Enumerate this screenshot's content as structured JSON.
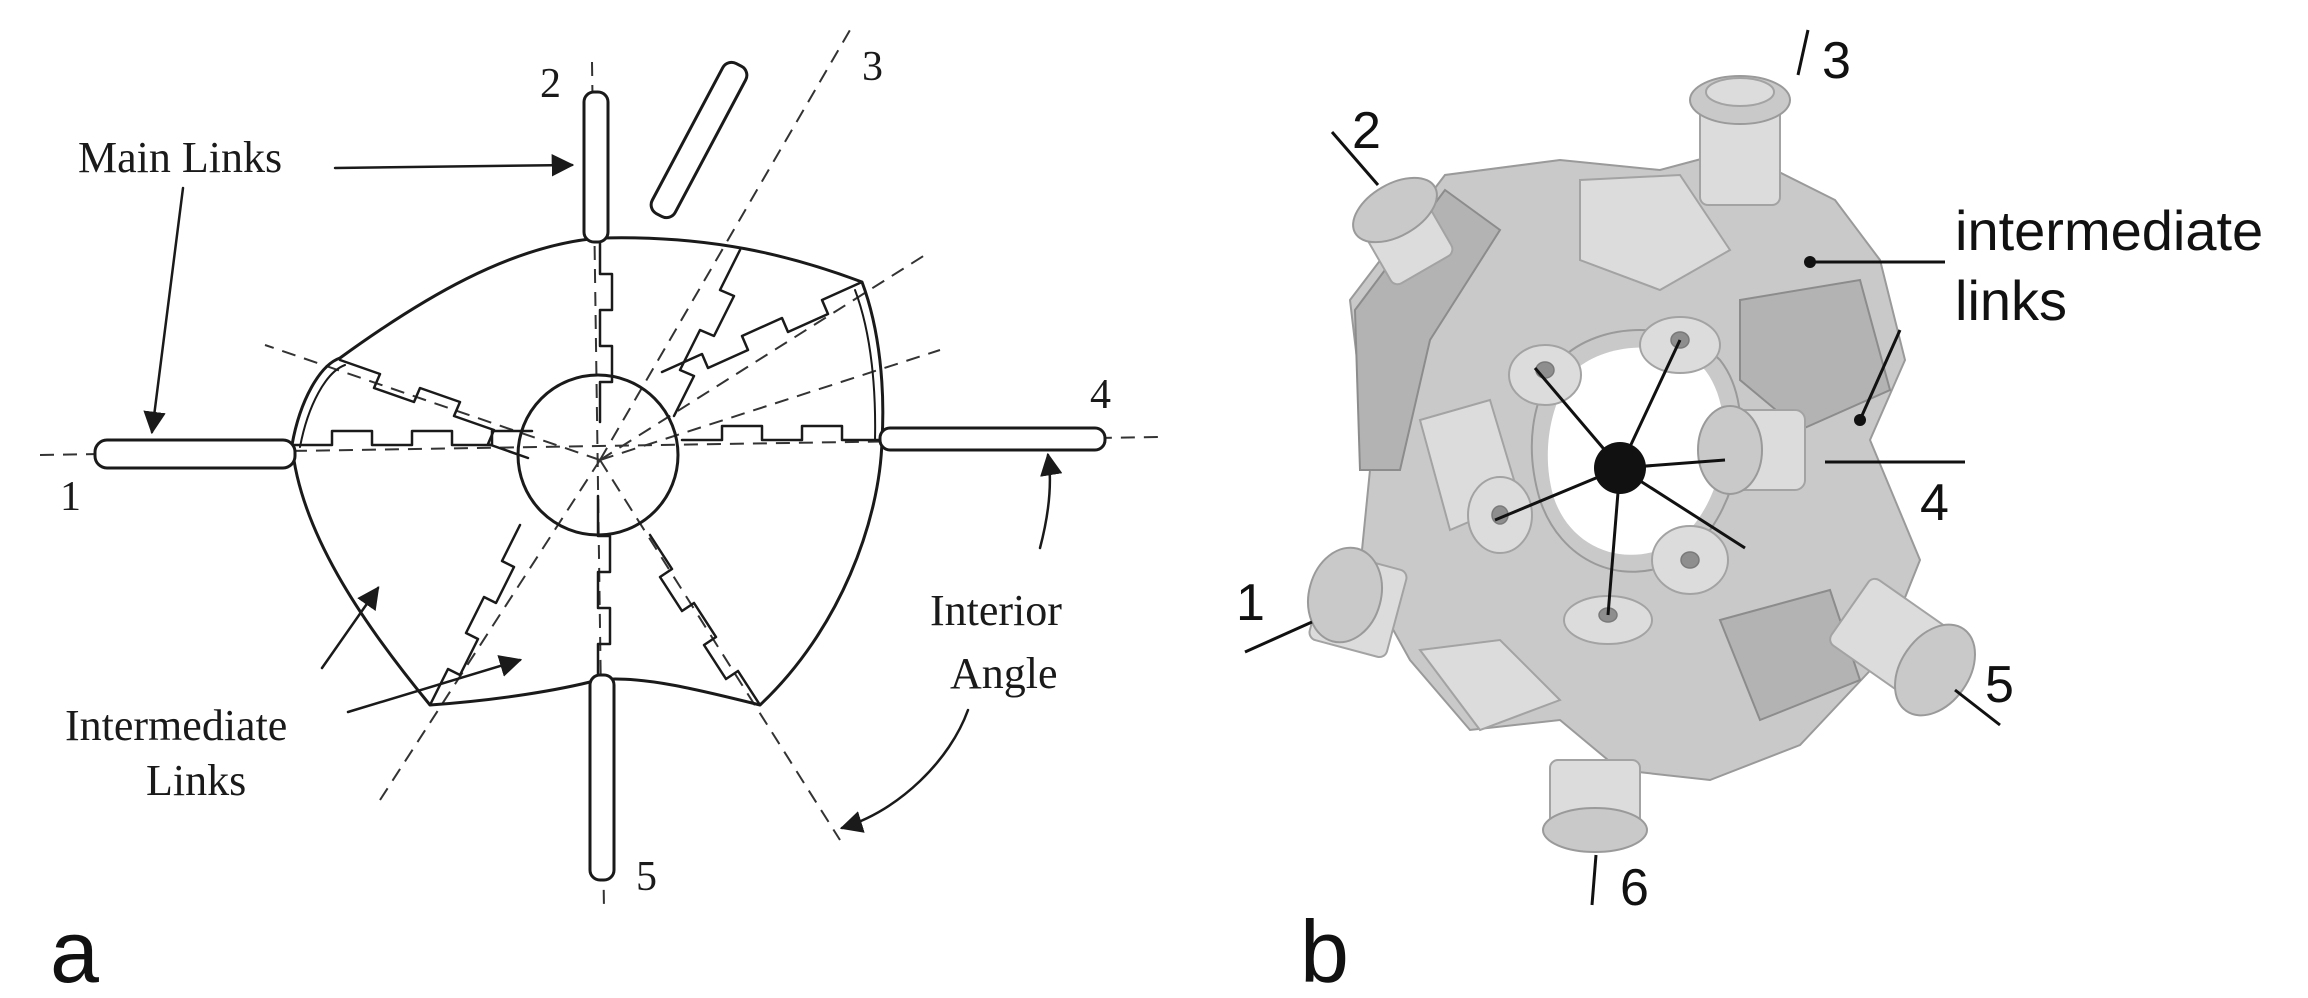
{
  "panel_a": {
    "panel_label": "a",
    "labels": {
      "main_links": "Main Links",
      "intermediate_links_line1": "Intermediate",
      "intermediate_links_line2": "Links",
      "interior_angle_line1": "Interior",
      "interior_angle_line2": "Angle"
    },
    "link_numbers": [
      "1",
      "2",
      "3",
      "4",
      "5"
    ]
  },
  "panel_b": {
    "panel_label": "b",
    "labels": {
      "intermediate_links_line1": "intermediate",
      "intermediate_links_line2": "links"
    },
    "link_numbers": [
      "1",
      "2",
      "3",
      "4",
      "5",
      "6"
    ]
  }
}
